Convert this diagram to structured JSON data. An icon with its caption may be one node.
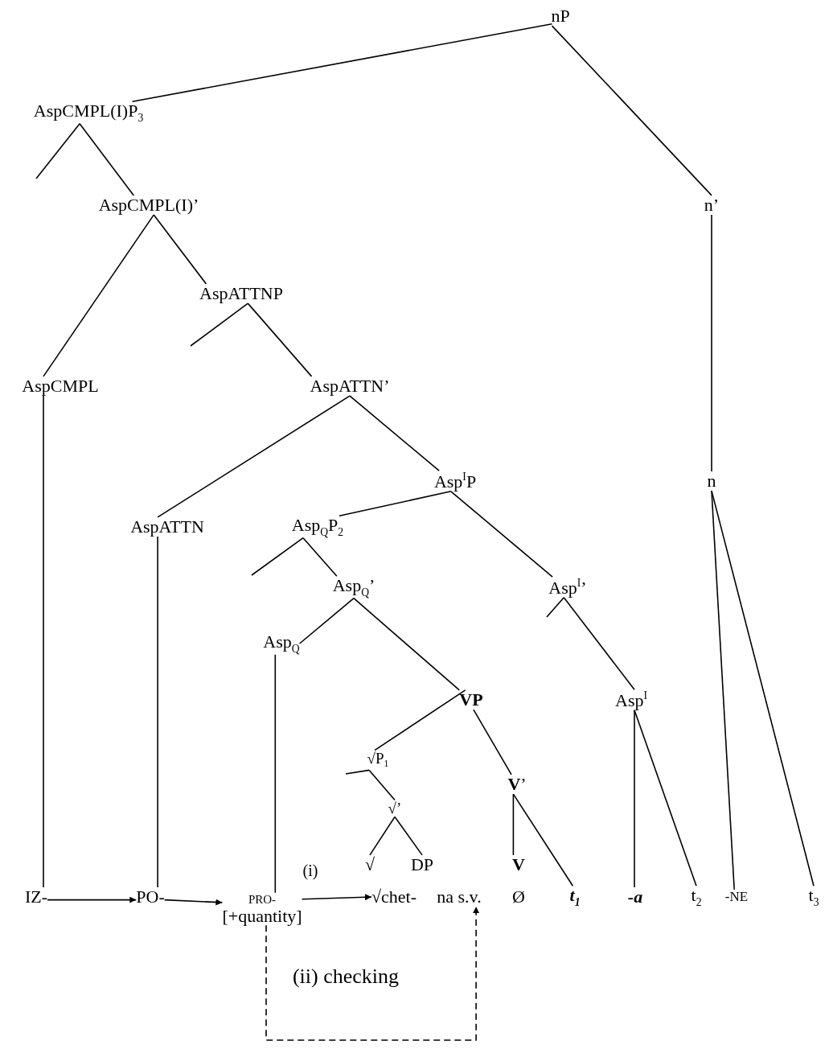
{
  "diagram": {
    "nodes": [
      {
        "text": [
          "nP"
        ]
      },
      {
        "text": [
          "AspCMPL(I)P$_{3}$"
        ]
      },
      {
        "text": [
          "n’"
        ]
      },
      {
        "text": [
          "AspCMPL(I)’"
        ]
      },
      {
        "text": [
          "AspATTNP"
        ]
      },
      {
        "text": [
          "AspCMPL"
        ]
      },
      {
        "text": [
          "AspATTN’"
        ]
      },
      {
        "text": [
          "Asp$^{I}$P"
        ]
      },
      {
        "text": [
          "n"
        ]
      },
      {
        "text": [
          "AspATTN"
        ]
      },
      {
        "text": [
          "Asp$_{Q}$P$_{2}$"
        ]
      },
      {
        "text": [
          "Asp$_{Q}$’"
        ]
      },
      {
        "text": [
          "Asp$^{I}$’"
        ]
      },
      {
        "text": [
          "Asp$_{Q}$"
        ]
      },
      {
        "text": [
          "VP"
        ]
      },
      {
        "text": [
          "Asp$^{I}$"
        ]
      },
      {
        "text": [
          "√P$_{1}$"
        ]
      },
      {
        "text": [
          "**V**’"
        ]
      },
      {
        "text": [
          "√’"
        ]
      },
      {
        "text": [
          "√"
        ]
      },
      {
        "text": [
          "DP"
        ]
      },
      {
        "text": [
          "V"
        ]
      },
      {
        "text": [
          "IZ-"
        ]
      },
      {
        "text": [
          "PO-"
        ]
      },
      {
        "text": [
          "PRO-",
          "[+quantity]"
        ]
      },
      {
        "text": [
          "√chet-"
        ]
      },
      {
        "text": [
          "na s.v."
        ]
      },
      {
        "text": [
          "Ø"
        ]
      },
      {
        "text": [
          "t$_{1}$"
        ]
      },
      {
        "text": [
          "-a"
        ]
      },
      {
        "text": [
          "t$_{2}$"
        ]
      },
      {
        "text": [
          "-NE"
        ]
      },
      {
        "text": [
          "t$_{3}$"
        ]
      }
    ],
    "edges": [
      {
        "from": 0,
        "to": 1,
        "arrow": "none"
      },
      {
        "from": 0,
        "to": 2,
        "arrow": "none"
      },
      {
        "from": 1,
        "to": null,
        "arrow": "none"
      },
      {
        "from": 1,
        "to": 3,
        "arrow": "none"
      },
      {
        "from": 3,
        "to": 5,
        "arrow": "none"
      },
      {
        "from": 3,
        "to": 4,
        "arrow": "none"
      },
      {
        "from": 4,
        "to": null,
        "arrow": "none"
      },
      {
        "from": 4,
        "to": 6,
        "arrow": "none"
      },
      {
        "from": 6,
        "to": 9,
        "arrow": "none"
      },
      {
        "from": 6,
        "to": 7,
        "arrow": "none"
      },
      {
        "from": 7,
        "to": 10,
        "arrow": "none"
      },
      {
        "from": 7,
        "to": 12,
        "arrow": "none"
      },
      {
        "from": 10,
        "to": null,
        "arrow": "none"
      },
      {
        "from": 10,
        "to": 11,
        "arrow": "none"
      },
      {
        "from": 11,
        "to": 13,
        "arrow": "none"
      },
      {
        "from": 11,
        "to": 14,
        "arrow": "none"
      },
      {
        "from": 12,
        "to": null,
        "arrow": "none"
      },
      {
        "from": 12,
        "to": 15,
        "arrow": "none"
      },
      {
        "from": 13,
        "to": 24,
        "arrow": "none"
      },
      {
        "from": 9,
        "to": 23,
        "arrow": "none"
      },
      {
        "from": 5,
        "to": 22,
        "arrow": "none"
      },
      {
        "from": 14,
        "to": 16,
        "arrow": "none"
      },
      {
        "from": 14,
        "to": 17,
        "arrow": "none"
      },
      {
        "from": 16,
        "to": null,
        "arrow": "none"
      },
      {
        "from": 16,
        "to": 18,
        "arrow": "none"
      },
      {
        "from": 18,
        "to": 19,
        "arrow": "none"
      },
      {
        "from": 18,
        "to": 20,
        "arrow": "none"
      },
      {
        "from": 17,
        "to": 21,
        "arrow": "none"
      },
      {
        "from": 17,
        "to": 28,
        "arrow": "none"
      },
      {
        "from": 15,
        "to": 29,
        "arrow": "none"
      },
      {
        "from": 15,
        "to": 30,
        "arrow": "none"
      },
      {
        "from": 8,
        "to": 31,
        "arrow": "none"
      },
      {
        "from": 8,
        "to": 32,
        "arrow": "none"
      },
      {
        "from": 2,
        "to": 8,
        "arrow": "none"
      },
      {
        "from": 22,
        "to": 23,
        "arrow": "to"
      },
      {
        "from": 23,
        "to": 24,
        "arrow": "to"
      },
      {
        "from": 24,
        "to": 25,
        "arrow": "to",
        "label": "(i)"
      },
      {
        "from": 24,
        "to": 26,
        "arrow": "to",
        "label": "(ii) checking",
        "style": "dashed"
      }
    ]
  }
}
